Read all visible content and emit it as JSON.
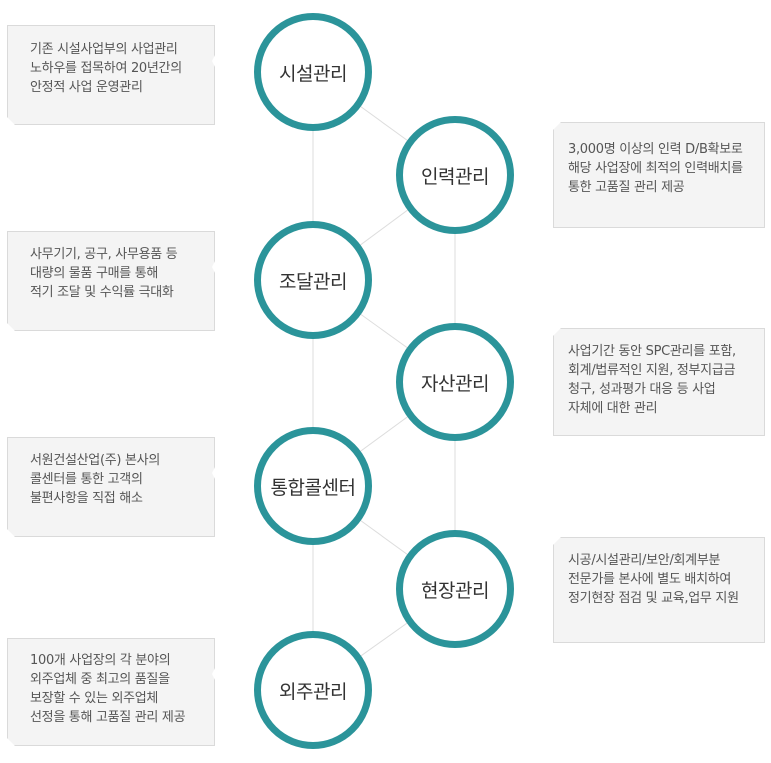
{
  "items": [
    {
      "title": "시설관리",
      "side": "left",
      "lines": [
        "기존 시설사업부의 사업관리",
        "노하우를 접목하여 20년간의",
        "안정적 사업 운영관리"
      ]
    },
    {
      "title": "인력관리",
      "side": "right",
      "lines": [
        "3,000명 이상의 인력 D/B확보로",
        "해당 사업장에 최적의 인력배치를",
        "통한 고품질 관리 제공"
      ]
    },
    {
      "title": "조달관리",
      "side": "left",
      "lines": [
        "사무기기, 공구, 사무용품 등",
        "대량의 물품 구매를 통해",
        "적기 조달 및 수익률 극대화"
      ]
    },
    {
      "title": "자산관리",
      "side": "right",
      "lines": [
        "사업기간 동안  SPC관리를 포함,",
        "회계/법류적인 지원, 정부지급금",
        "청구, 성과평가 대응 등 사업",
        "자체에 대한 관리"
      ]
    },
    {
      "title": "통합콜센터",
      "side": "left",
      "lines": [
        "서원건설산업(주) 본사의",
        "콜센터를 통한 고객의",
        "불편사항을 직접 해소"
      ]
    },
    {
      "title": "현장관리",
      "side": "right",
      "lines": [
        "시공/시설관리/보안/회계부분",
        "전문가를 본사에 별도 배치하여",
        "정기현장 점검 및 교육,업무 지원"
      ]
    },
    {
      "title": "외주관리",
      "side": "left",
      "lines": [
        "100개 사업장의 각 분야의",
        "외주업체 중 최고의 품질을",
        "보장할 수 있는 외주업체",
        "선정을 통해 고품질 관리 제공"
      ]
    }
  ],
  "colors": {
    "ring": "#2b949a",
    "box": "#f4f4f4",
    "line": "#dddddd"
  }
}
